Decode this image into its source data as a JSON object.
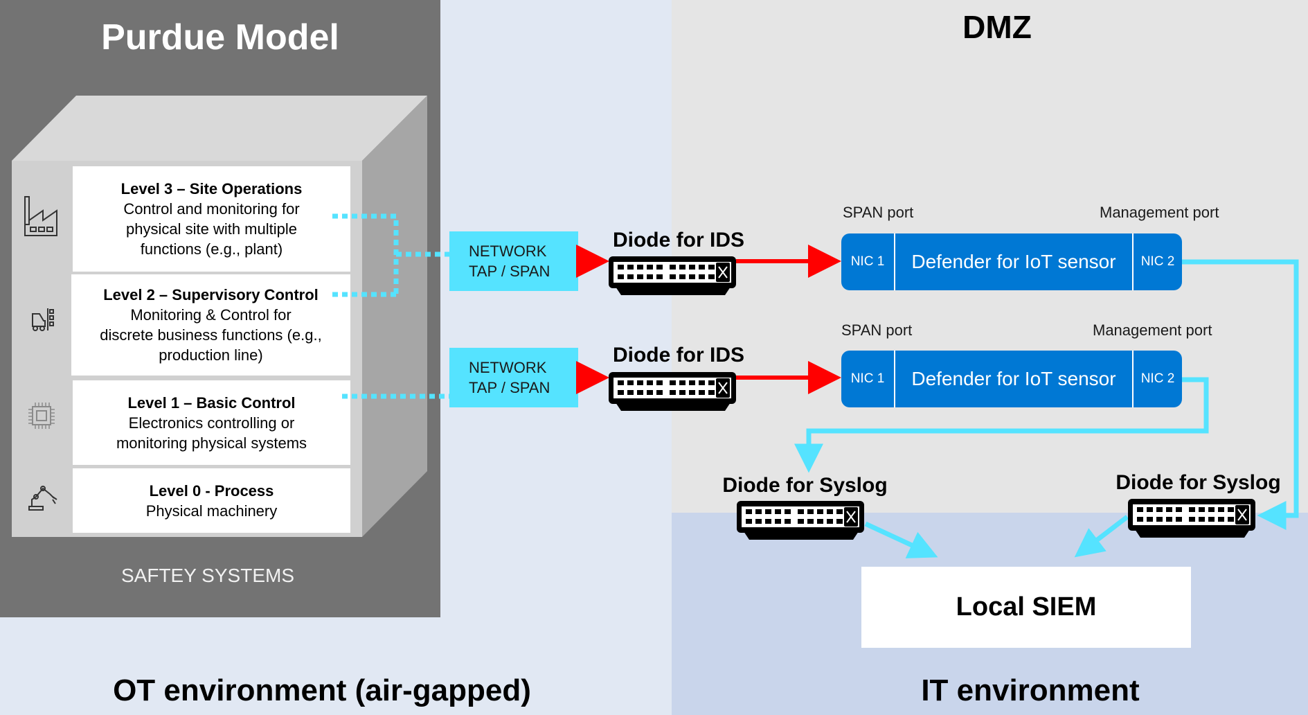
{
  "colors": {
    "ot_background": "#e1e8f3",
    "dmz_background": "#e5e5e5",
    "it_background": "#c9d5eb",
    "purdue_panel": "#737373",
    "tap_cyan": "#55e3ff",
    "sensor_blue": "#0078d4",
    "ids_arrow_red": "#ff0000",
    "syslog_arrow_cyan": "#55e3ff"
  },
  "purdue": {
    "title": "Purdue Model",
    "levels": [
      {
        "icon": "factory-icon",
        "title": "Level 3 – Site Operations",
        "lines": [
          "Control and monitoring for",
          "physical site with multiple",
          "functions (e.g., plant)"
        ]
      },
      {
        "icon": "forklift-icon",
        "title": "Level 2 – Supervisory Control",
        "lines": [
          "Monitoring & Control for",
          "discrete business functions (e.g.,",
          "production line)"
        ]
      },
      {
        "icon": "chip-icon",
        "title": "Level 1 – Basic Control",
        "lines": [
          "Electronics controlling or",
          "monitoring physical systems"
        ]
      },
      {
        "icon": "robot-arm-icon",
        "title": "Level 0 - Process",
        "lines": [
          "Physical machinery"
        ]
      }
    ],
    "safety_label": "SAFTEY SYSTEMS"
  },
  "zones": {
    "dmz_title": "DMZ",
    "ot_label": "OT environment (air-gapped)",
    "it_label": "IT environment"
  },
  "taps": [
    {
      "line1": "NETWORK",
      "line2": "TAP / SPAN"
    },
    {
      "line1": "NETWORK",
      "line2": "TAP / SPAN"
    }
  ],
  "ids_diodes": [
    {
      "label": "Diode for IDS"
    },
    {
      "label": "Diode for IDS"
    }
  ],
  "sensors": [
    {
      "span_label": "SPAN port",
      "mgmt_label": "Management port",
      "nic1": "NIC 1",
      "name": "Defender for IoT sensor",
      "nic2": "NIC 2"
    },
    {
      "span_label": "SPAN port",
      "mgmt_label": "Management port",
      "nic1": "NIC 1",
      "name": "Defender for IoT sensor",
      "nic2": "NIC 2"
    }
  ],
  "syslog_diodes": [
    {
      "label": "Diode for Syslog"
    },
    {
      "label": "Diode for Syslog"
    }
  ],
  "siem": {
    "label": "Local SIEM"
  }
}
